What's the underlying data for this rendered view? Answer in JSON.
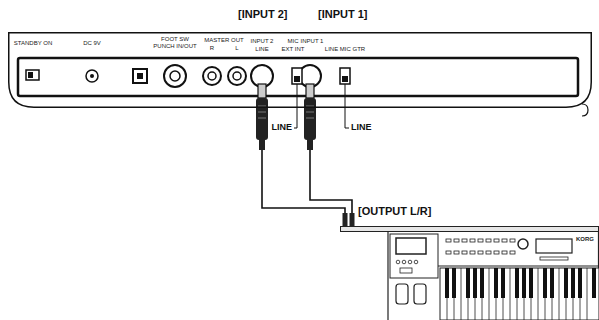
{
  "diagram": {
    "nodes": [
      {
        "text": [
          "STANDBY ON",
          "DC 9V",
          "FOOT SW PUNCH IN/OUT",
          "MASTER OUT",
          "R",
          "L",
          "INPUT 2",
          "LINE",
          "MIC",
          "EXT INT",
          "INPUT 1",
          "LINE MIC GTR"
        ]
      },
      {
        "text": [
          "KORG"
        ]
      }
    ],
    "edges": [
      {
        "from": 0,
        "to": 1,
        "arrow": "none"
      },
      {
        "from": 0,
        "to": 1,
        "arrow": "none"
      }
    ],
    "labels": [
      "[INPUT 2]",
      "[INPUT 1]",
      "LINE",
      "LINE",
      "[OUTPUT L/R]"
    ]
  }
}
